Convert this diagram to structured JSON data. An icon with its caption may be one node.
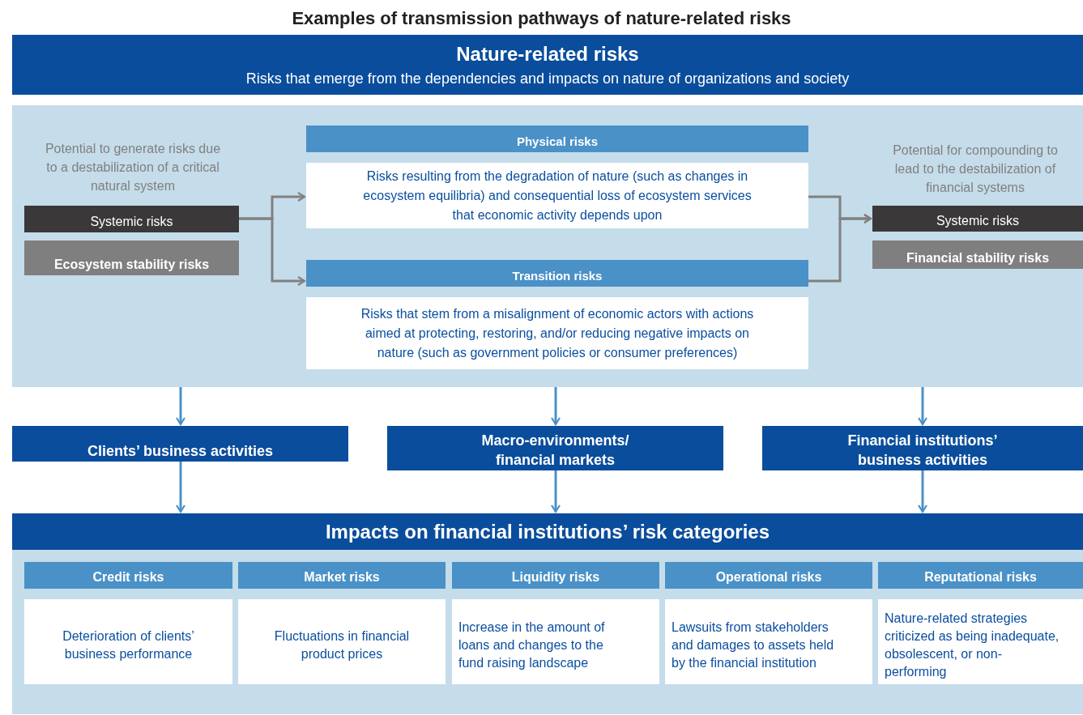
{
  "diagram": {
    "title": "Examples of transmission pathways of nature-related risks",
    "nodes": [
      {
        "text": [
          "Nature-related risks",
          "Risks that emerge from the dependencies and impacts on nature of organizations and society"
        ]
      },
      {
        "text": [],
        "shape": "box"
      },
      {
        "text": [
          "Systemic risks"
        ],
        "in": 1,
        "beside": [
          "Potential to generate risks due to a destabilization of a critical natural system"
        ]
      },
      {
        "text": [
          "Ecosystem stability risks"
        ],
        "in": 1
      },
      {
        "text": [
          "Physical risks",
          "Risks resulting from the degradation of nature (such as changes in ecosystem equilibria) and consequential loss of ecosystem services that economic activity depends upon"
        ],
        "in": 1
      },
      {
        "text": [
          "Transition risks",
          "Risks that stem from a misalignment of economic actors with actions aimed at protecting, restoring, and/or reducing negative impacts on nature (such as government policies or consumer preferences)"
        ],
        "in": 1
      },
      {
        "text": [
          "Systemic risks"
        ],
        "in": 1,
        "beside": [
          "Potential for compounding to lead to the destabilization of financial systems"
        ]
      },
      {
        "text": [
          "Financial stability risks"
        ],
        "in": 1
      },
      {
        "text": [
          "Clients’ business activities"
        ]
      },
      {
        "text": [
          "Macro-environments/ financial markets"
        ]
      },
      {
        "text": [
          "Financial institutions’ business activities"
        ]
      },
      {
        "text": [
          "Impacts on financial institutions’ risk categories"
        ]
      },
      {
        "text": [
          "Credit risks",
          "Deterioration of clients’ business performance"
        ],
        "in": 11
      },
      {
        "text": [
          "Market risks",
          "Fluctuations in financial product prices"
        ],
        "in": 11
      },
      {
        "text": [
          "Liquidity risks",
          "Increase in the amount of loans and changes to the fund raising landscape"
        ],
        "in": 11
      },
      {
        "text": [
          "Operational risks",
          "Lawsuits from stakeholders and damages to assets held by the financial institution"
        ],
        "in": 11
      },
      {
        "text": [
          "Reputational risks",
          "Nature-related strategies criticized as being inadequate, obsolescent, or non-performing"
        ],
        "in": 11
      }
    ],
    "edges": [
      {
        "from": 2,
        "to": 4,
        "arrow": "to",
        "color": "#808080"
      },
      {
        "from": 2,
        "to": 5,
        "arrow": "to",
        "color": "#808080"
      },
      {
        "from": 4,
        "to": 6,
        "arrow": "to",
        "color": "#808080"
      },
      {
        "from": 5,
        "to": 6,
        "arrow": "to",
        "color": "#808080"
      },
      {
        "from": 1,
        "to": 8,
        "arrow": "to"
      },
      {
        "from": 1,
        "to": 9,
        "arrow": "to"
      },
      {
        "from": 1,
        "to": 10,
        "arrow": "to"
      },
      {
        "from": 8,
        "to": 11,
        "arrow": "to"
      },
      {
        "from": 9,
        "to": 11,
        "arrow": "to"
      },
      {
        "from": 10,
        "to": 11,
        "arrow": "to"
      }
    ]
  }
}
